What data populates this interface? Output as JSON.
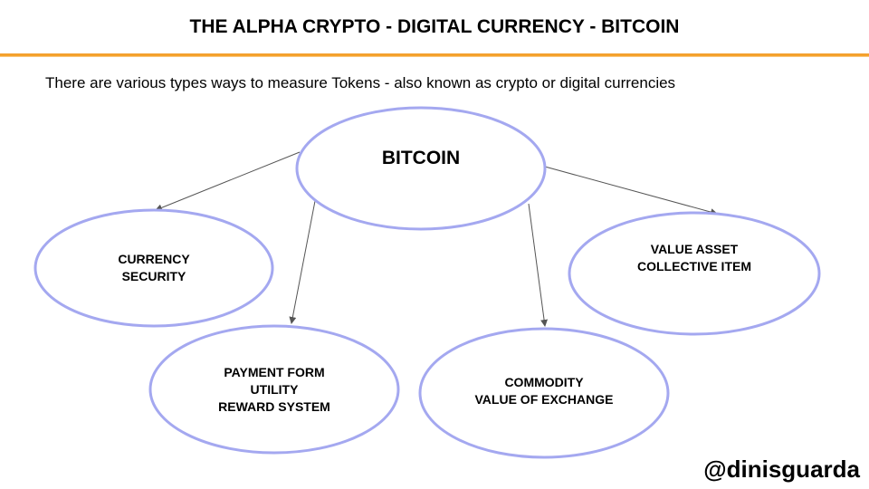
{
  "title": "THE ALPHA CRYPTO - DIGITAL CURRENCY - BITCOIN",
  "subtitle": "There are various types ways to measure Tokens - also known as crypto or digital currencies",
  "center": {
    "label": "BITCOIN"
  },
  "nodes": [
    {
      "lines": [
        "CURRENCY",
        "SECURITY"
      ]
    },
    {
      "lines": [
        "PAYMENT FORM",
        "UTILITY",
        "REWARD SYSTEM"
      ]
    },
    {
      "lines": [
        "COMMODITY",
        "VALUE OF EXCHANGE"
      ]
    },
    {
      "lines": [
        "VALUE ASSET",
        "COLLECTIVE ITEM"
      ]
    }
  ],
  "handle": "@dinisguarda",
  "colors": {
    "ellipse_stroke": "#a4a8f0",
    "rule": "#f59c1d",
    "arrow": "#555555"
  }
}
